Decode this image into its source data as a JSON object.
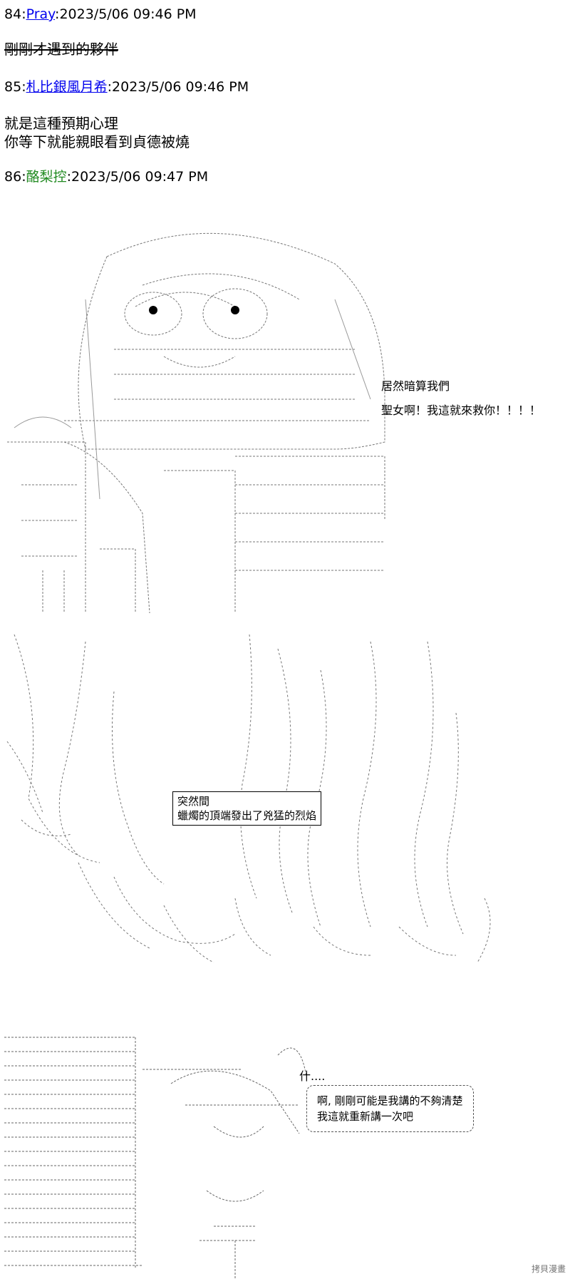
{
  "posts": [
    {
      "number": "84",
      "name": "Pray",
      "timestamp": "2023/5/06 09:46 PM",
      "lines": [
        "剛剛才遇到的夥伴"
      ]
    },
    {
      "number": "85",
      "name": "札比銀風月希",
      "timestamp": "2023/5/06 09:46 PM",
      "lines": [
        "就是這種預期心理",
        "你等下就能親眼看到貞德被燒"
      ]
    },
    {
      "number": "86",
      "name": "酪梨控",
      "timestamp": "2023/5/06 09:47 PM",
      "lines": []
    }
  ],
  "panel1": {
    "speech_lines": [
      "居然暗算我們",
      "聖女啊！我這就來救你！！！！"
    ]
  },
  "panel2": {
    "box_lines": [
      "突然間",
      "蠟燭的頂端發出了兇猛的烈焰"
    ]
  },
  "panel3": {
    "side_text": "什....",
    "bubble_lines": [
      "啊, 剛剛可能是我講的不夠清楚",
      "我這就重新講一次吧"
    ]
  },
  "colors": {
    "link": "#0000ee",
    "name_plain": "#228b22",
    "ascii_art": "#666666"
  },
  "watermark": "拷貝漫畫"
}
